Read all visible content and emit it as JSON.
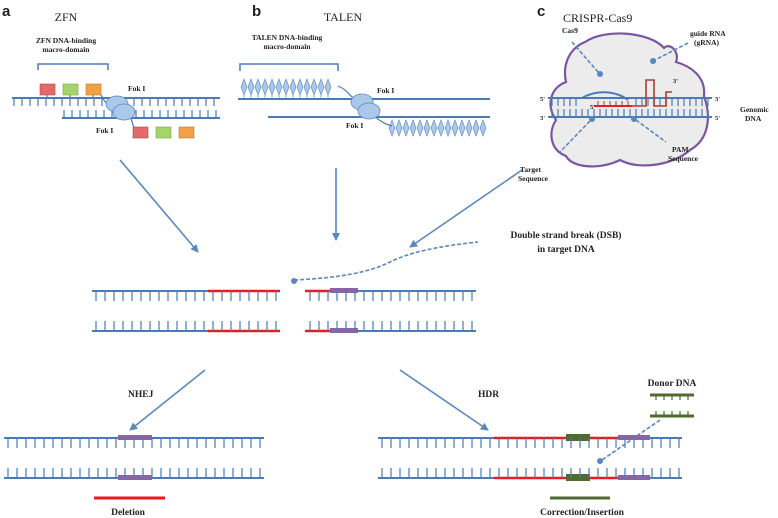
{
  "panels": {
    "a": {
      "letter": "a",
      "title": "ZFN",
      "domain_label_1": "ZFN DNA-binding",
      "domain_label_2": "macro-domain",
      "foki_top": "Fok I",
      "foki_bottom": "Fok I"
    },
    "b": {
      "letter": "b",
      "title": "TALEN",
      "domain_label_1": "TALEN DNA-binding",
      "domain_label_2": "macro-domain",
      "foki_top": "Fok I",
      "foki_bottom": "Fok I"
    },
    "c": {
      "letter": "c",
      "title": "CRISPR-Cas9",
      "cas9": "Cas9",
      "guide_1": "guide RNA",
      "guide_2": "(gRNA)",
      "genomic_1": "Genomic",
      "genomic_2": "DNA",
      "pam_1": "PAM",
      "pam_2": "Sequence",
      "target_1": "Target",
      "target_2": "Sequence",
      "five_prime_left": "5'",
      "three_prime_left": "3'",
      "three_prime_right": "3'",
      "five_prime_right": "5'",
      "rna_five": "5'",
      "rna_three": "3'"
    }
  },
  "dsb": {
    "label_1": "Double strand break (DSB)",
    "label_2": "in target DNA"
  },
  "pathways": {
    "nhej": {
      "label": "NHEJ",
      "result": "Deletion"
    },
    "hdr": {
      "label": "HDR",
      "donor": "Donor DNA",
      "result": "Correction/Insertion"
    }
  },
  "colors": {
    "dna": "#4a7bb7",
    "cut_red": "#e41e1e",
    "purple": "#8b64a6",
    "donor_green": "#4f6b2d",
    "zf_red": "#e36a6a",
    "zf_green": "#a7d46a",
    "zf_orange": "#f0a046",
    "foki_fill": "#a9c8ea",
    "cas9_outline": "#7b55a0",
    "cas9_fill": "#ececec",
    "rna_red": "#b03a2e",
    "arrow": "#5a87c0"
  }
}
